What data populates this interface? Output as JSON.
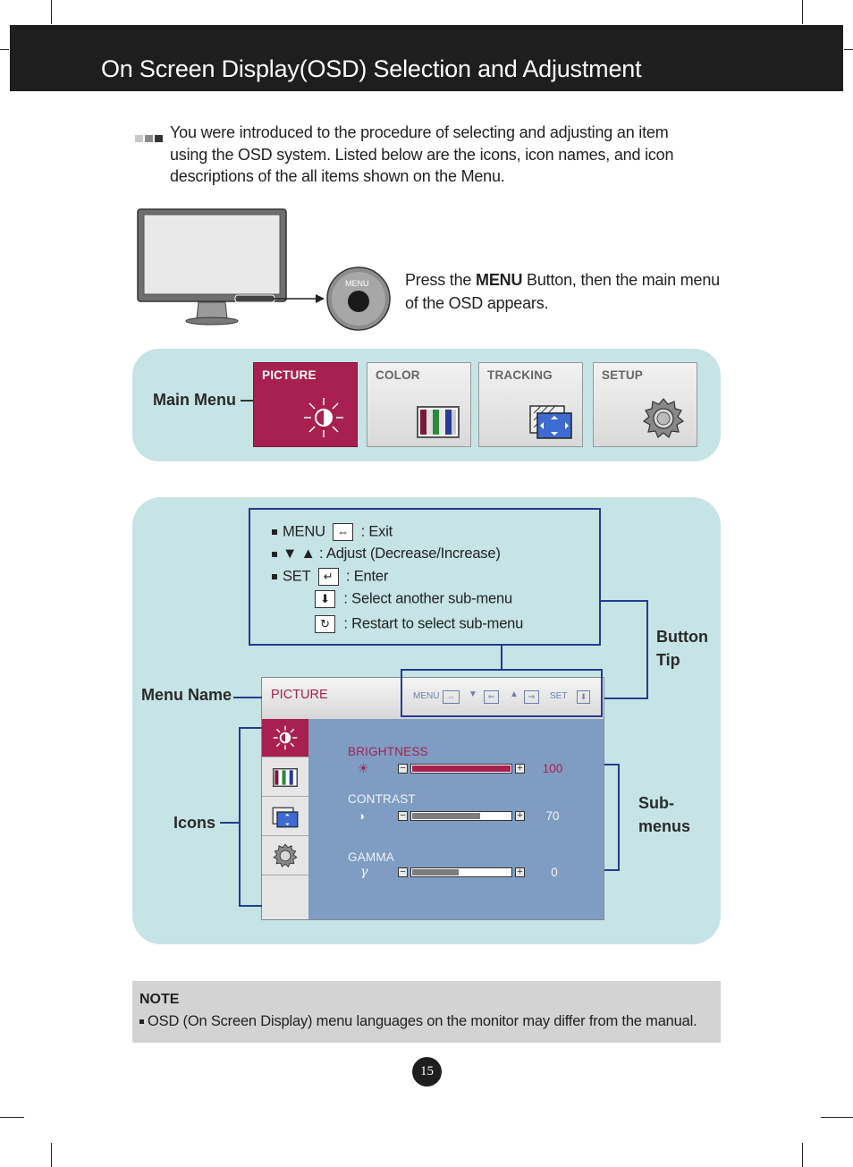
{
  "header": {
    "title": "On Screen Display(OSD) Selection and Adjustment"
  },
  "intro": {
    "text": "You were introduced to the procedure of selecting and adjusting an item using the OSD system. Listed below are the icons, icon names, and icon descriptions of the all items shown on the Menu."
  },
  "monitor": {
    "knob_label": "MENU"
  },
  "press": {
    "prefix": "Press the ",
    "bold": "MENU",
    "suffix": " Button, then the main menu of the OSD appears."
  },
  "main_menu": {
    "label": "Main Menu",
    "tabs": [
      {
        "label": "PICTURE",
        "icon": "brightness-sun-icon",
        "active": true
      },
      {
        "label": "COLOR",
        "icon": "color-bars-icon",
        "active": false
      },
      {
        "label": "TRACKING",
        "icon": "tracking-screen-icon",
        "active": false
      },
      {
        "label": "SETUP",
        "icon": "gear-icon",
        "active": false
      }
    ],
    "active_color": "#a8204f"
  },
  "button_tip": {
    "label_line1": "Button",
    "label_line2": "Tip",
    "lines": [
      {
        "prefix": "MENU",
        "desc": ": Exit"
      },
      {
        "prefix": "▼  ▲",
        "desc": ": Adjust (Decrease/Increase)"
      },
      {
        "prefix": "SET",
        "desc": ": Enter"
      },
      {
        "prefix": "",
        "desc": ": Select another sub-menu"
      },
      {
        "prefix": "",
        "desc": ": Restart to select sub-menu"
      }
    ]
  },
  "labels": {
    "menu_name": "Menu Name",
    "icons": "Icons",
    "submenus_line1": "Sub-",
    "submenus_line2": "menus"
  },
  "osd": {
    "menu_name": "PICTURE",
    "buttons": {
      "menu": "MENU",
      "set": "SET"
    },
    "submenus": [
      {
        "label": "BRIGHTNESS",
        "symbol": "☀",
        "value": "100",
        "level": 100,
        "highlighted": true
      },
      {
        "label": "CONTRAST",
        "symbol": "◑",
        "value": "70",
        "level": 70,
        "highlighted": false
      },
      {
        "label": "GAMMA",
        "symbol": "γ",
        "value": "0",
        "level": 0,
        "highlighted": false
      }
    ],
    "panel_color": "#7f9dc3",
    "highlight_color": "#a8204f"
  },
  "note": {
    "title": "NOTE",
    "text": "OSD (On Screen Display) menu languages on the monitor may differ from the manual."
  },
  "page_number": "15"
}
